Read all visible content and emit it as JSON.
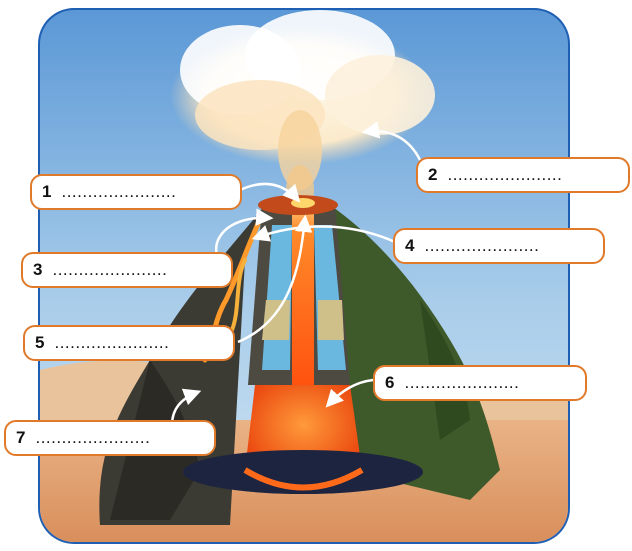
{
  "labels": [
    {
      "number": "1",
      "blank": "......................"
    },
    {
      "number": "2",
      "blank": "......................"
    },
    {
      "number": "3",
      "blank": "......................"
    },
    {
      "number": "4",
      "blank": "......................"
    },
    {
      "number": "5",
      "blank": "......................"
    },
    {
      "number": "6",
      "blank": "......................"
    },
    {
      "number": "7",
      "blank": "......................"
    }
  ],
  "colors": {
    "frame": "#1f5fb3",
    "box_border": "#e07a2a",
    "lava": "#ff6a1a",
    "magma_chamber": "#ff5a10",
    "rock_dark": "#3b3a33",
    "rock_green": "#3f5a2a",
    "ground": "#e2a77a"
  },
  "icons": [
    "cloud-icon",
    "arrow-icon"
  ]
}
